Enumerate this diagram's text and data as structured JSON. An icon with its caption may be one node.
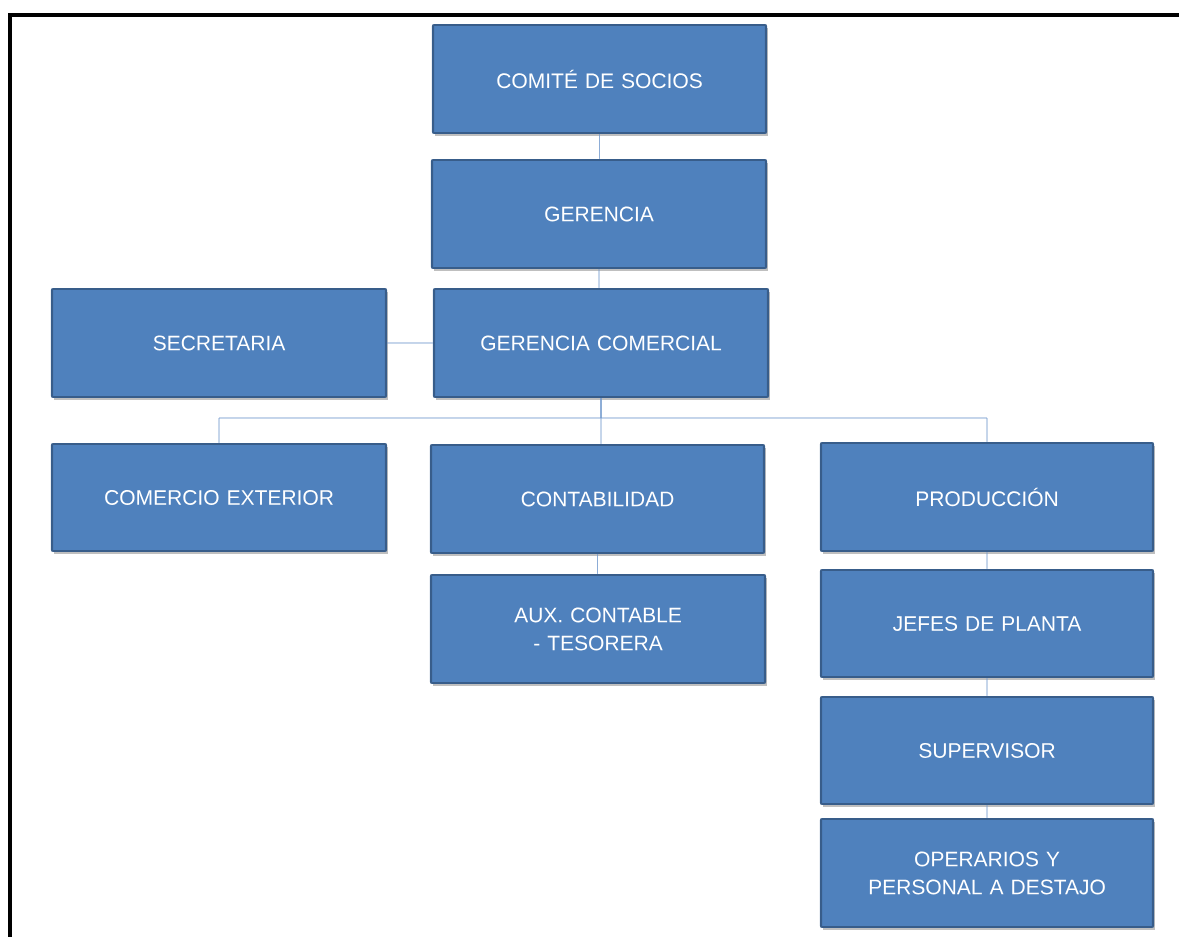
{
  "diagram": {
    "nodes": [
      {
        "text": [
          "COMITÉ DE SOCIOS"
        ]
      },
      {
        "text": [
          "GERENCIA"
        ]
      },
      {
        "text": [
          "SECRETARIA"
        ]
      },
      {
        "text": [
          "GERENCIA COMERCIAL"
        ]
      },
      {
        "text": [
          "COMERCIO EXTERIOR"
        ]
      },
      {
        "text": [
          "CONTABILIDAD"
        ]
      },
      {
        "text": [
          "PRODUCCIÓN"
        ]
      },
      {
        "text": [
          "AUX. CONTABLE - TESORERA"
        ]
      },
      {
        "text": [
          "JEFES DE PLANTA"
        ]
      },
      {
        "text": [
          "SUPERVISOR"
        ]
      },
      {
        "text": [
          "OPERARIOS Y PERSONAL A DESTAJO"
        ]
      }
    ],
    "edges": [
      {
        "from": 0,
        "to": 1,
        "arrow": "none"
      },
      {
        "from": 1,
        "to": 3,
        "arrow": "none"
      },
      {
        "from": 2,
        "to": 3,
        "arrow": "none"
      },
      {
        "from": 3,
        "to": 4,
        "arrow": "none"
      },
      {
        "from": 3,
        "to": 5,
        "arrow": "none"
      },
      {
        "from": 3,
        "to": 6,
        "arrow": "none"
      },
      {
        "from": 5,
        "to": 7,
        "arrow": "none"
      },
      {
        "from": 6,
        "to": 8,
        "arrow": "none"
      },
      {
        "from": 8,
        "to": 9,
        "arrow": "none"
      },
      {
        "from": 9,
        "to": 10,
        "arrow": "none"
      }
    ]
  }
}
